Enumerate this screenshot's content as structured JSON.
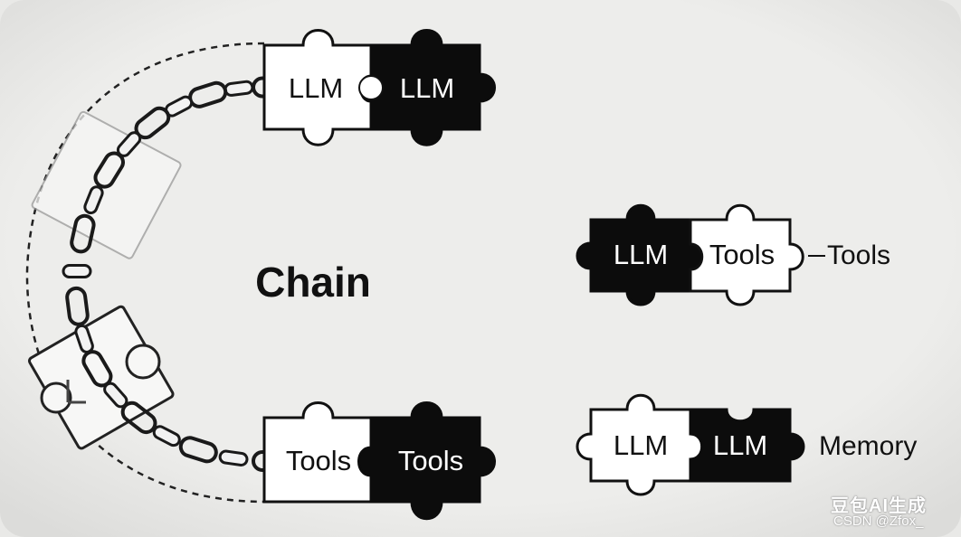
{
  "title": "Chain",
  "pieces": {
    "top_left": "LLM",
    "top_right": "LLM",
    "bottom_left": "Tools",
    "bottom_right": "Tools",
    "mid_left": "LLM",
    "mid_right": "Tools",
    "low_left": "LLM",
    "low_right": "LLM"
  },
  "side_labels": {
    "tools": "Tools",
    "memory": "Memory"
  },
  "watermark": {
    "brand": "豆包AI生成",
    "credit": "CSDN @Zfox_"
  },
  "colors": {
    "background": "#e9e9e7",
    "dark_piece": "#0c0c0c",
    "light_piece": "#ffffff",
    "outline": "#111111"
  },
  "icons": [
    "chain-links",
    "puzzle-pieces"
  ]
}
